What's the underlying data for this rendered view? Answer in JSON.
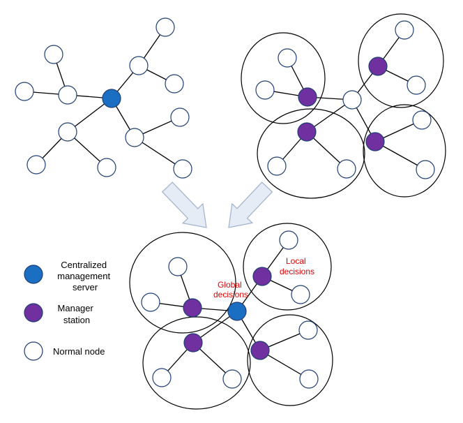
{
  "colors": {
    "central": "#1b6fc2",
    "manager": "#7030a0",
    "normal": "#ffffff",
    "node_stroke": "#1f3f77",
    "annotation": "#e00000"
  },
  "legend": {
    "central": [
      "Centralized",
      "management",
      "server"
    ],
    "manager": [
      "Manager",
      "station"
    ],
    "normal": [
      "Normal node"
    ]
  },
  "annotations": {
    "global": [
      "Global",
      "decisions"
    ],
    "local": [
      "Local",
      "decisions"
    ]
  }
}
